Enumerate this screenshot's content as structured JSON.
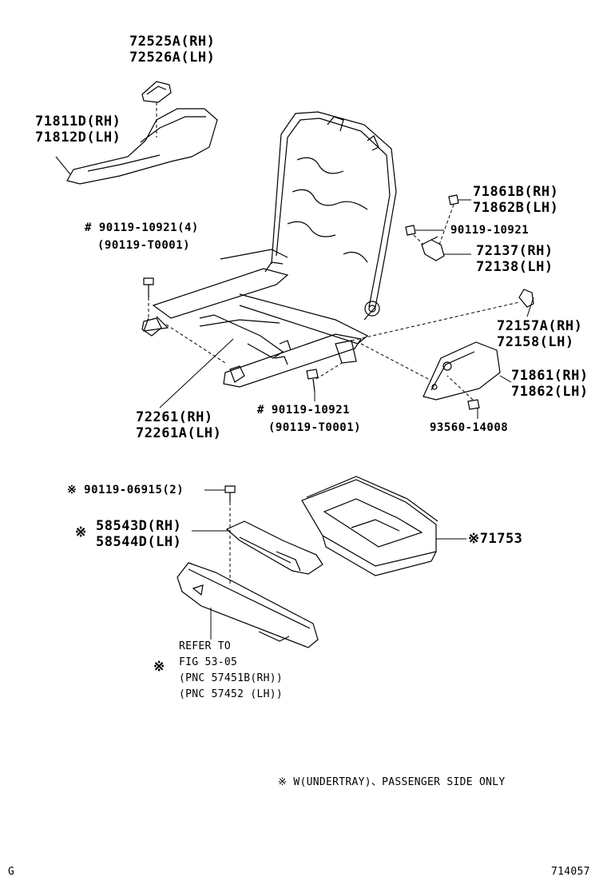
{
  "labels": {
    "p72525": [
      "72525A(RH)",
      "72526A(LH)"
    ],
    "p71811": [
      "71811D(RH)",
      "71812D(LH)"
    ],
    "p90119_10921_4": [
      "# 90119-10921(4)",
      "(90119-T0001)"
    ],
    "p71861b": [
      "71861B(RH)",
      "71862B(LH)"
    ],
    "p90119_10921_r": "90119-10921",
    "p72137": [
      "72137(RH)",
      "72138(LH)"
    ],
    "p72157": [
      "72157A(RH)",
      "72158(LH)"
    ],
    "p71861": [
      "71861(RH)",
      "71862(LH)"
    ],
    "p93560": "93560-14008",
    "p72261": [
      "72261(RH)",
      "72261A(LH)"
    ],
    "p90119_10921_b": [
      "# 90119-10921",
      "(90119-T0001)"
    ],
    "p90119_06915": "※ 90119-06915(2)",
    "p58543": [
      "58543D(RH)",
      "58544D(LH)"
    ],
    "p58543_mark": "※",
    "p71753": "※71753",
    "refer": [
      "REFER TO",
      "FIG 53-05",
      "(PNC 57451B(RH))",
      "(PNC 57452 (LH))"
    ],
    "refer_mark": "※",
    "footnote": "※  W(UNDERTRAY)、PASSENGER SIDE ONLY",
    "corner_left": "G",
    "corner_right": "714057"
  },
  "icons": {
    "seat_frame": "seat-frame-illustration",
    "undertray": "undertray-illustration",
    "bolt": "bolt-icon"
  }
}
